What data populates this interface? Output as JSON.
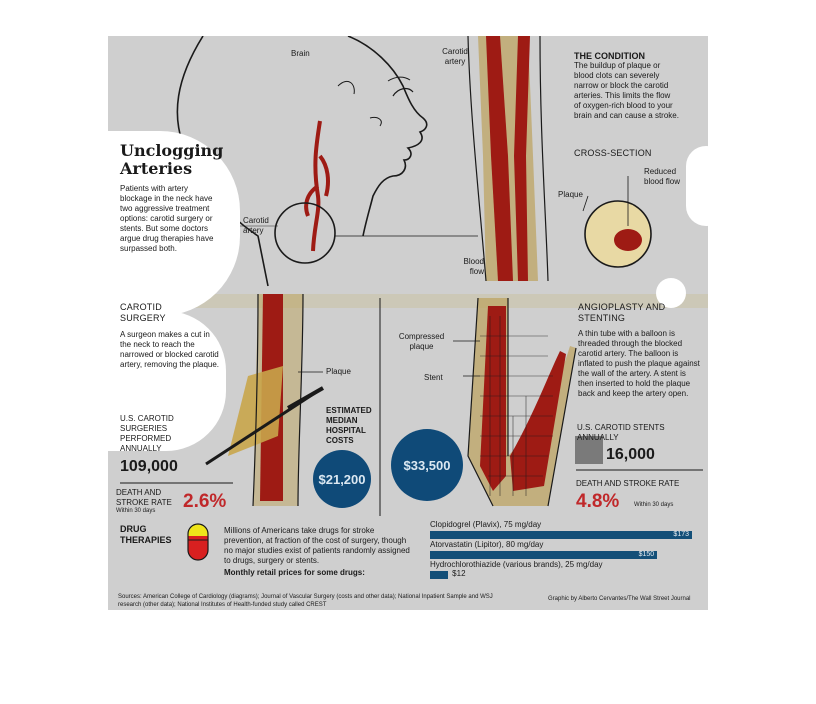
{
  "title": "Unclogging Arteries",
  "intro": "Patients with artery blockage in the neck have two aggressive treatment options: carotid surgery or stents. But some doctors argue drug therapies have surpassed both.",
  "labels": {
    "brain": "Brain",
    "carotid_artery_head": "Carotid artery",
    "carotid_artery_top": "Carotid artery",
    "blood_flow": "Blood flow",
    "plaque_top": "Plaque",
    "reduced_blood_flow": "Reduced blood flow",
    "cross_section": "CROSS-SECTION",
    "plaque_surgery": "Plaque",
    "compressed_plaque": "Compressed plaque",
    "stent": "Stent"
  },
  "condition": {
    "heading": "THE CONDITION",
    "text": "The buildup of plaque or blood clots can severely narrow or block the carotid arteries. This limits the flow of oxygen-rich blood to your brain and can cause a stroke."
  },
  "surgery": {
    "heading": "CAROTID SURGERY",
    "text": "A surgeon makes a cut in the neck to reach the narrowed or blocked carotid artery, removing the plaque.",
    "count_label": "U.S. CAROTID SURGERIES PERFORMED ANNUALLY",
    "count_value": "109,000",
    "risk_label": "DEATH AND STROKE RATE",
    "risk_note": "Within 30 days",
    "risk_value": "2.6%"
  },
  "costs": {
    "label": "ESTIMATED MEDIAN HOSPITAL COSTS",
    "surgery_cost": "$21,200",
    "stent_cost": "$33,500"
  },
  "stenting": {
    "heading": "ANGIOPLASTY AND STENTING",
    "text": "A thin tube with a balloon is threaded through the blocked carotid artery. The balloon is inflated to push the plaque against the wall of the artery. A stent is then inserted to hold the plaque back and keep the artery open.",
    "count_label": "U.S. CAROTID STENTS ANNUALLY",
    "count_value": "16,000",
    "risk_label": "DEATH AND STROKE RATE",
    "risk_note": "Within 30 days",
    "risk_value": "4.8%"
  },
  "drugs": {
    "heading": "DRUG THERAPIES",
    "text": "Millions of Americans take drugs for stroke prevention, at fraction of the cost of surgery, though no major studies exist of patients randomly assigned to drugs, surgery or stents.",
    "prices_label": "Monthly retail prices for some drugs:",
    "items": [
      {
        "name": "Clopidogrel (Plavix), 75 mg/day",
        "price": "$173",
        "value": 173
      },
      {
        "name": "Atorvastatin (Lipitor), 80 mg/day",
        "price": "$150",
        "value": 150
      },
      {
        "name": "Hydrochlorothiazide (various brands), 25 mg/day",
        "price": "$12",
        "value": 12
      }
    ]
  },
  "sources": "Sources: American College of Cardiology (diagrams); Journal of Vascular Surgery (costs and other data); National Inpatient Sample and WSJ research (other data); National Institutes of Health-funded study called CREST",
  "credit": "Graphic by Alberto Cervantes/The Wall Street Journal",
  "colors": {
    "artery": "#9e1b14",
    "plaque": "#c8a54a",
    "price_circle": "#0f4a78",
    "risk": "#c0282a"
  }
}
